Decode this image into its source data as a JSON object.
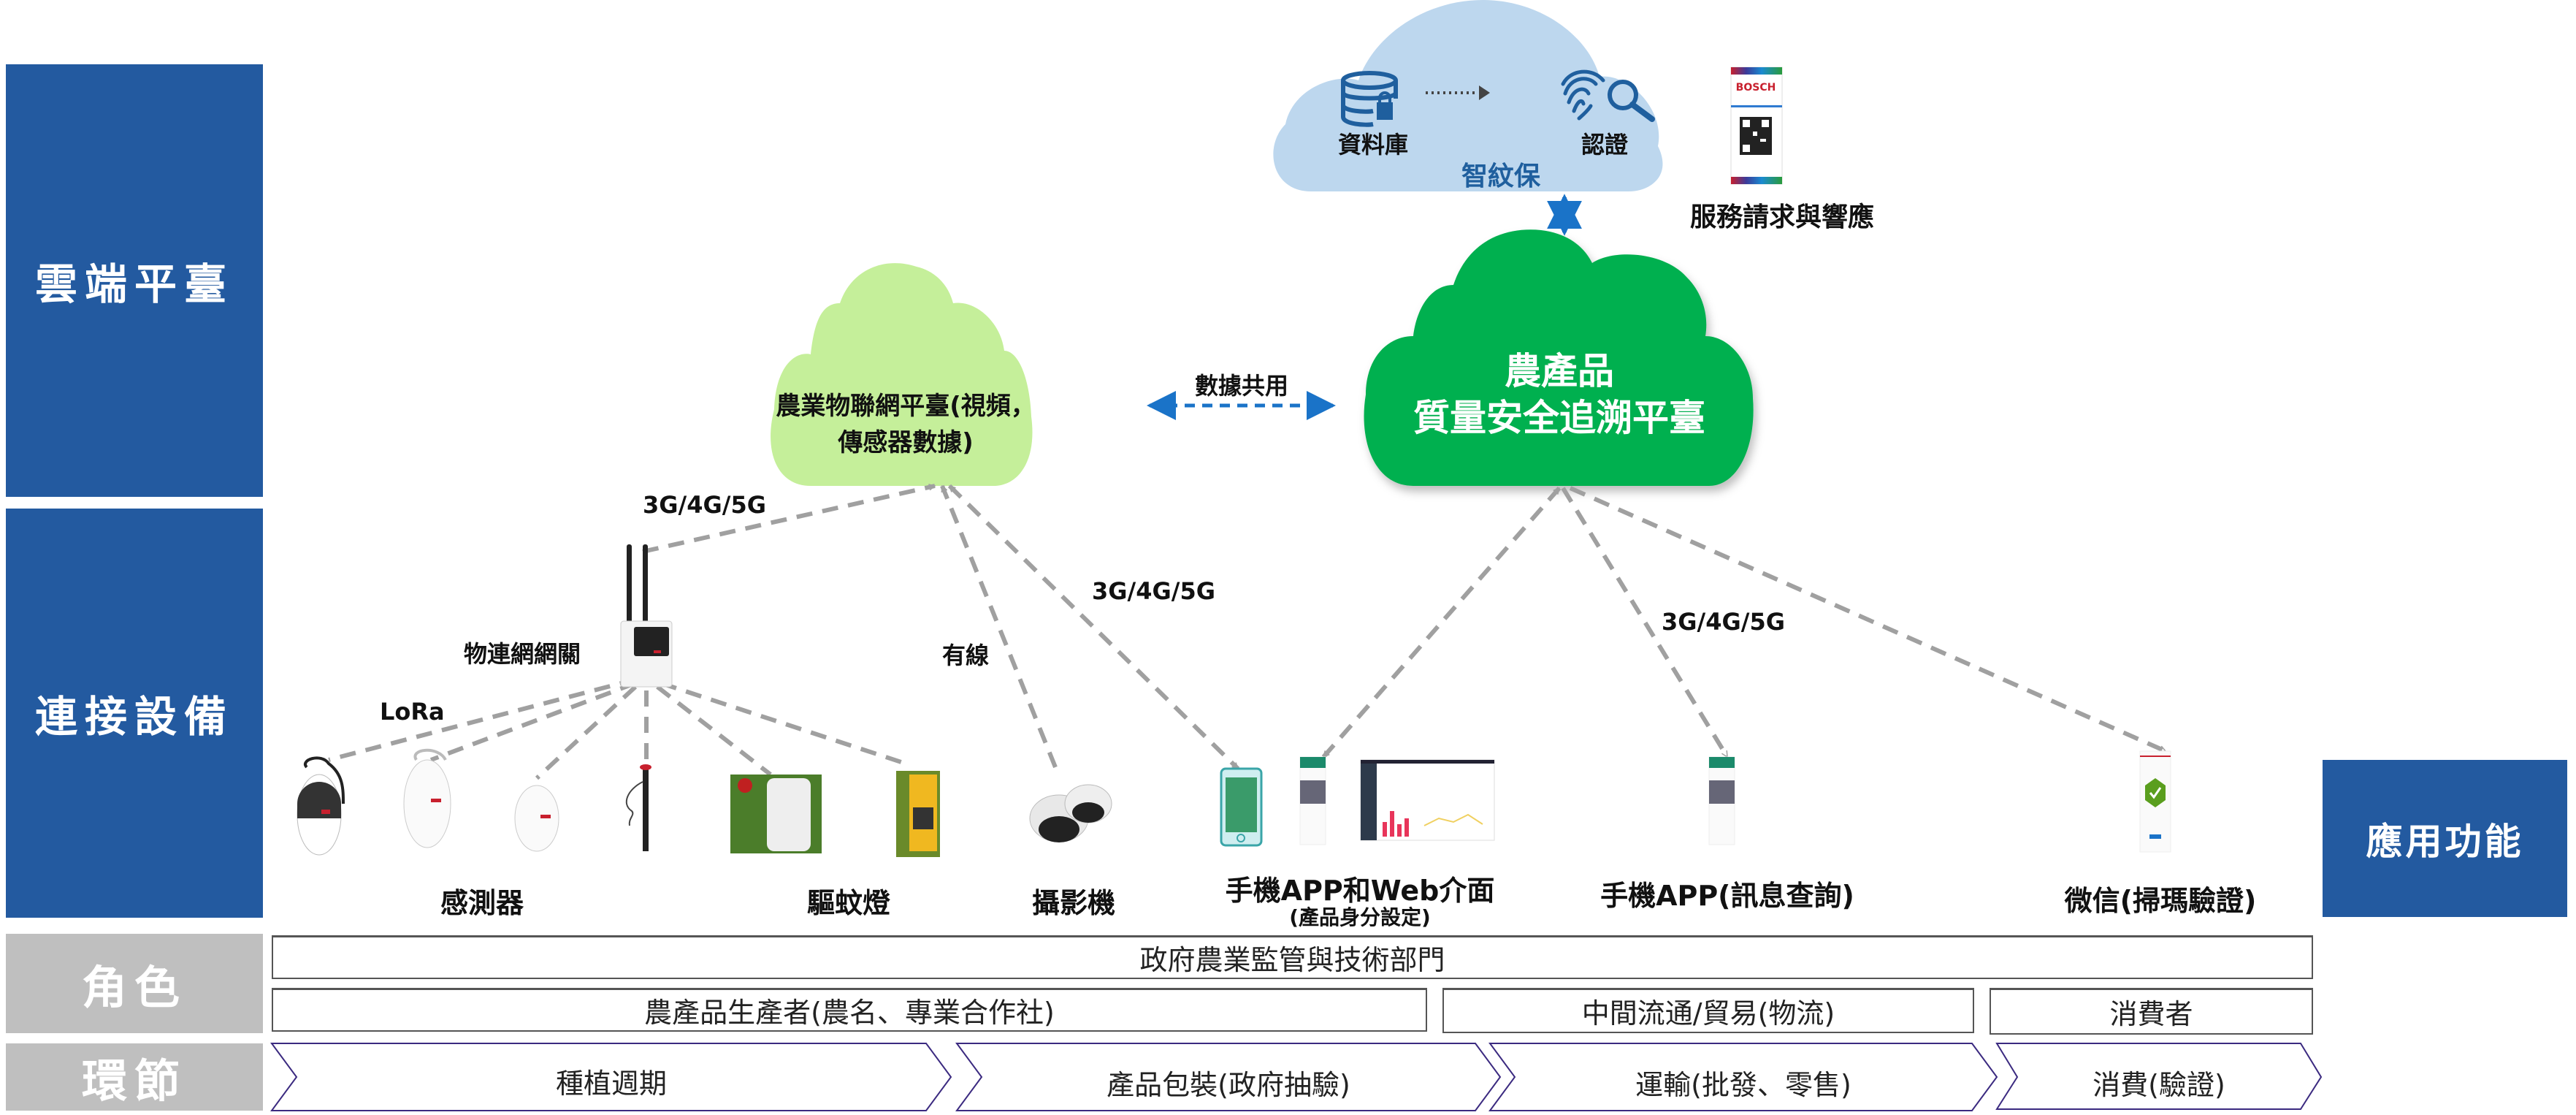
{
  "layers": {
    "cloud": "雲端平臺",
    "connect": "連接設備",
    "application": "應用功能",
    "role": "角色",
    "stage": "環節"
  },
  "top_cloud": {
    "name": "智紋保",
    "database_label": "資料庫",
    "auth_label": "認證",
    "service_label": "服務請求與響應",
    "qr_brand": "BOSCH",
    "colors": {
      "cloud_fill": "#bdd7ee",
      "icon": "#1f5f9e"
    }
  },
  "iot_cloud": {
    "line1": "農業物聯網平臺(視頻，",
    "line2": "傳感器數據)",
    "color": "#c5ef9a"
  },
  "trace_cloud": {
    "line1": "農產品",
    "line2": "質量安全追溯平臺",
    "color": "#00b050"
  },
  "data_sharing_label": "數據共用",
  "links": {
    "gateway_to_iot": "3G/4G/5G",
    "wired": "有線",
    "app_to_iot": "3G/4G/5G",
    "app_query": "3G/4G/5G",
    "lora": "LoRa"
  },
  "devices": {
    "gateway_label": "物連網網關",
    "sensors_label": "感測器",
    "mosquito_lamp_label": "驅蚊燈",
    "camera_label": "攝影機"
  },
  "applications": [
    {
      "label": "手機APP和Web介面",
      "sub": "(產品身分設定)"
    },
    {
      "label": "手機APP(訊息查詢)"
    },
    {
      "label": "微信(掃瑪驗證)"
    }
  ],
  "roles": {
    "government": "政府農業監管與技術部門",
    "producer": "農產品生產者(農名、專業合作社)",
    "intermediary": "中間流通/貿易(物流)",
    "consumer": "消費者"
  },
  "stages": [
    "種植週期",
    "產品包裝(政府抽驗)",
    "運輸(批發、零售)",
    "消費(驗證)"
  ],
  "colors": {
    "layer_blue": "#235aa0",
    "layer_gray": "#bfbfbf",
    "arrow_blue": "#1a73c8",
    "dash_gray": "#a0a0a0",
    "stage_border": "#3b2a80"
  }
}
